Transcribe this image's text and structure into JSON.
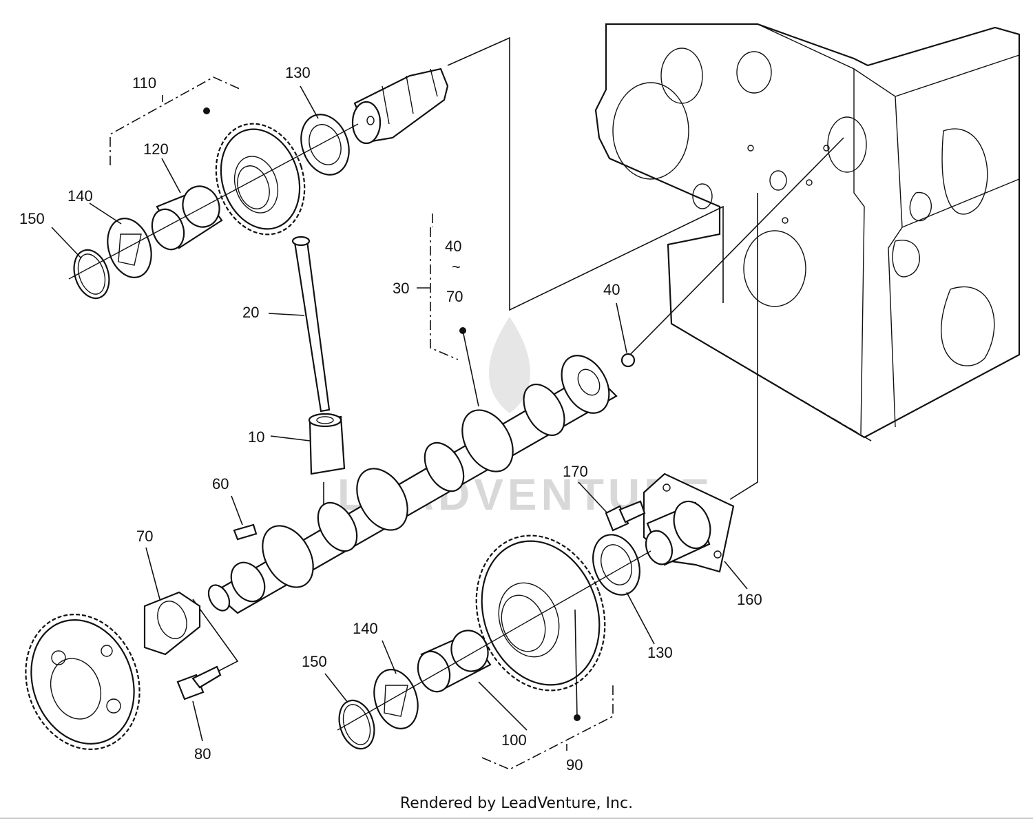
{
  "labels": {
    "p10": "10",
    "p20": "20",
    "p30": "30",
    "p40a": "40",
    "tilde": "~",
    "p70a": "70",
    "p40b": "40",
    "p60": "60",
    "p70b": "70",
    "p80": "80",
    "p90": "90",
    "p100": "100",
    "p110": "110",
    "p120": "120",
    "p130a": "130",
    "p130b": "130",
    "p140a": "140",
    "p140b": "140",
    "p150a": "150",
    "p150b": "150",
    "p160": "160",
    "p170": "170"
  },
  "watermark": "LEADVENTURE",
  "footer": "Rendered by LeadVenture, Inc.",
  "colors": {
    "ink": "#111111",
    "watermark": "#d8d8d8",
    "paper": "#ffffff"
  }
}
